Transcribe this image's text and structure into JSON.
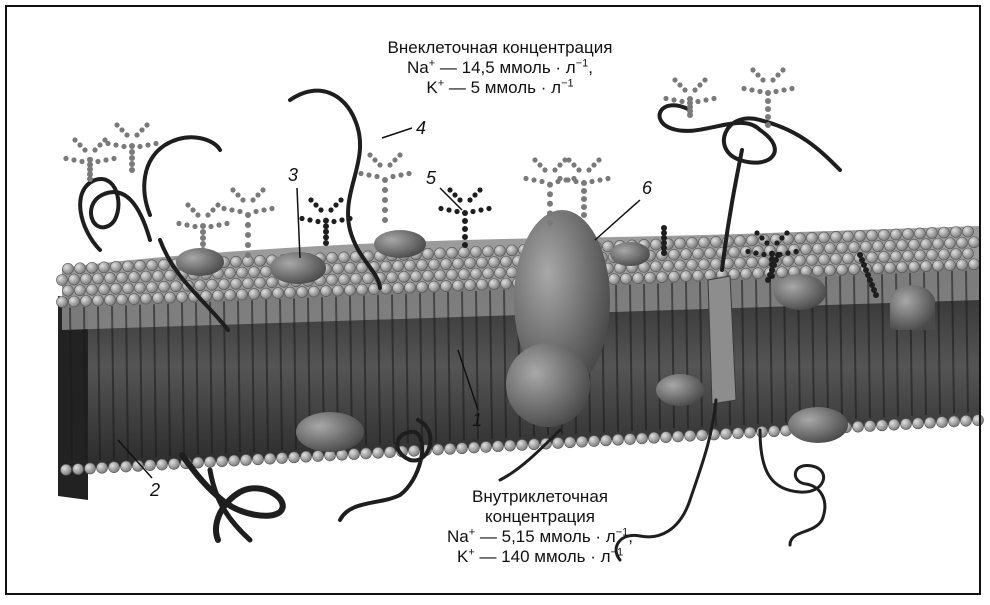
{
  "extracellular": {
    "title": "Внеклеточная концентрация",
    "na_ion": "Na",
    "na_value": " — 14,5 ммоль · л",
    "k_ion": "K",
    "k_value": " — 5 ммоль · л"
  },
  "intracellular": {
    "title_line1": "Внутриклеточная",
    "title_line2": "концентрация",
    "na_ion": "Na",
    "na_value": " — 5,15 ммоль · л",
    "k_ion": "K",
    "k_value": " — 140 ммоль · л"
  },
  "superscripts": {
    "plus": "+",
    "minus_one": "−1",
    "comma": ","
  },
  "labels": {
    "l1": "1",
    "l2": "2",
    "l3": "3",
    "l4": "4",
    "l5": "5",
    "l6": "6"
  },
  "colors": {
    "head": "#9a9a9a",
    "head_edge": "#555555",
    "tail": "#3a3a3a",
    "protein": "#6e6e6e",
    "chain": "#1e1e1e",
    "sugar": "#7a7a7a",
    "frame": "#111111"
  }
}
